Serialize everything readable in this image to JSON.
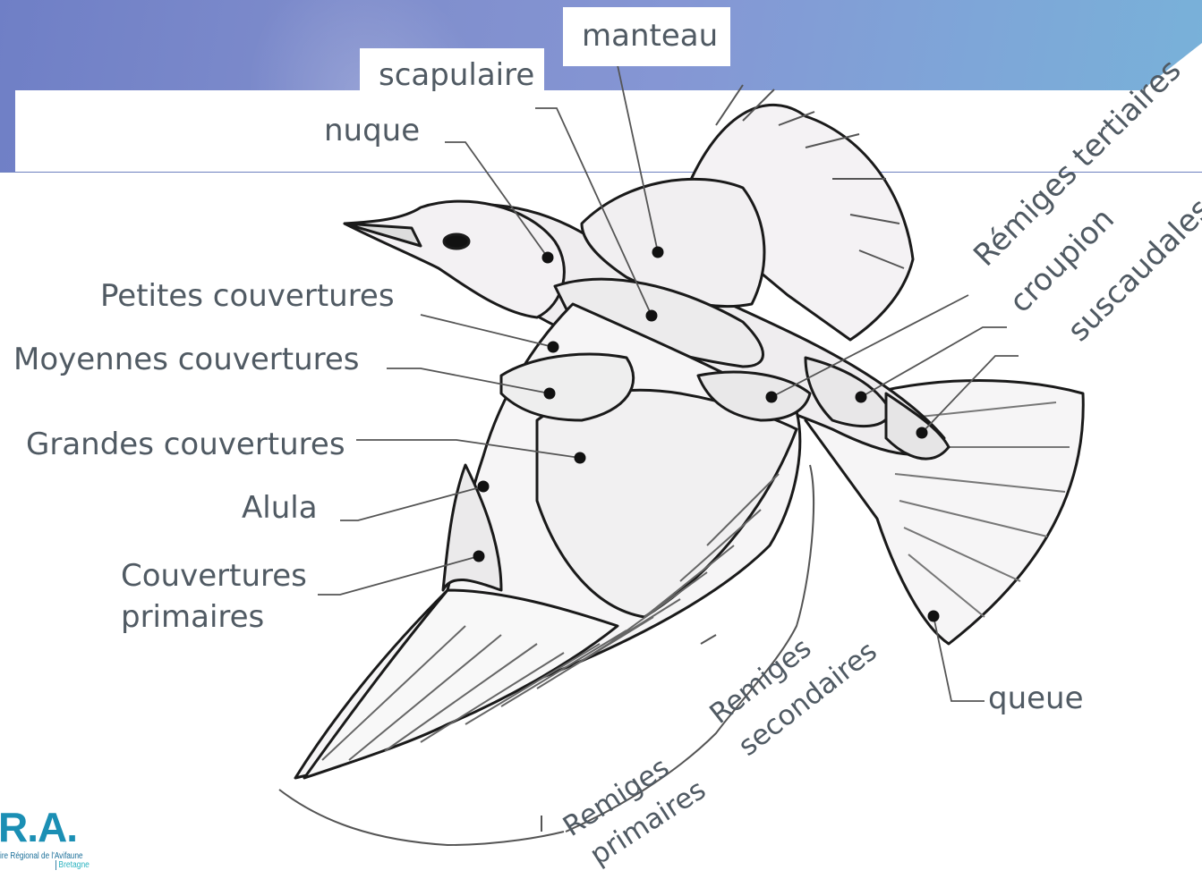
{
  "labels": {
    "manteau": "manteau",
    "scapulaire": "scapulaire",
    "nuque": "nuque",
    "petites_couvertures": "Petites couvertures",
    "moyennes_couvertures": "Moyennes couvertures",
    "grandes_couvertures": "Grandes couvertures",
    "alula": "Alula",
    "couvertures_primaires_1": "Couvertures",
    "couvertures_primaires_2": "primaires",
    "remiges_tertiaires": "Rémiges tertiaires",
    "croupion": "croupion",
    "suscaudales": "suscaudales",
    "queue": "queue",
    "remiges_secondaires_1": "Remiges",
    "remiges_secondaires_2": "secondaires",
    "remiges_primaires_1": "Remiges",
    "remiges_primaires_2": "primaires"
  },
  "logo": {
    "mark": "R.A.",
    "subtitle": "ire Régional de l'Avifaune",
    "region": "Bretagne"
  },
  "colors": {
    "banner": "#7f8dcc",
    "label_text": "#505a63",
    "leader_line": "#555555",
    "point": "#111111",
    "logo": "#1b8fb4"
  }
}
